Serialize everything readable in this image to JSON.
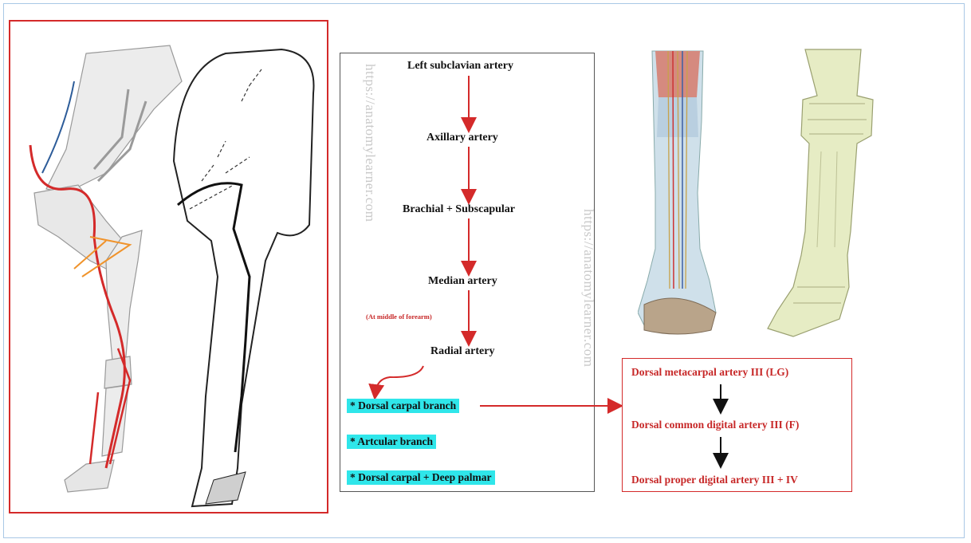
{
  "flowchart": {
    "nodes": [
      "Left subclavian artery",
      "Axillary artery",
      "Brachial + Subscapular",
      "Median artery",
      "Radial artery"
    ],
    "note": "(At middle of forearm)",
    "branches": [
      "* Dorsal carpal branch",
      "* Artcular branch",
      "* Dorsal carpal + Deep palmar"
    ]
  },
  "watermark": "https://anatomylearner.com",
  "dorsal_chain": [
    "Dorsal metacarpal artery III (LG)",
    "Dorsal common digital artery III (F)",
    "Dorsal proper digital artery III + IV"
  ],
  "colors": {
    "arrow_red": "#d42a2a",
    "label_red": "#c72828",
    "highlight": "#2fe6ea",
    "frame": "#a9c8e6"
  }
}
